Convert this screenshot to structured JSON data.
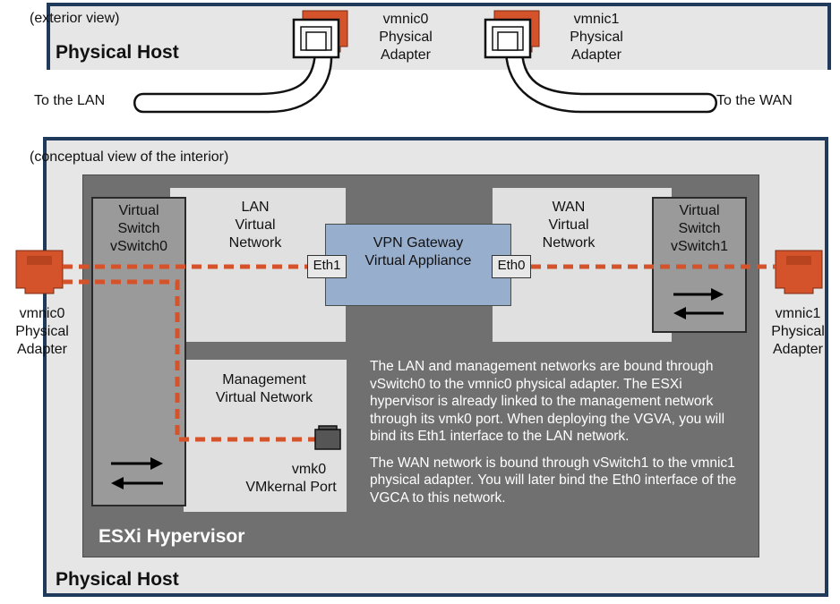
{
  "exterior": {
    "caption": "(exterior view)",
    "host_label": "Physical Host",
    "nic0_label": [
      "vmnic0",
      "Physical",
      "Adapter"
    ],
    "nic1_label": [
      "vmnic1",
      "Physical",
      "Adapter"
    ],
    "lan_cable_label": "To the LAN",
    "wan_cable_label": "To the WAN"
  },
  "interior": {
    "caption": "(conceptual view of the interior)",
    "host_label": "Physical Host",
    "hypervisor_label": "ESXi Hypervisor",
    "vswitch0_label": [
      "Virtual",
      "Switch",
      "vSwitch0"
    ],
    "vswitch1_label": [
      "Virtual",
      "Switch",
      "vSwitch1"
    ],
    "lan_network_label": [
      "LAN",
      "Virtual",
      "Network"
    ],
    "wan_network_label": [
      "WAN",
      "Virtual",
      "Network"
    ],
    "mgmt_network_label": [
      "Management",
      "Virtual Network"
    ],
    "vpn_label": [
      "VPN Gateway",
      "Virtual Appliance"
    ],
    "eth1_label": "Eth1",
    "eth0_label": "Eth0",
    "vmk_label": [
      "vmk0",
      "VMkernal Port"
    ],
    "left_nic_label": [
      "vmnic0",
      "Physical",
      "Adapter"
    ],
    "right_nic_label": [
      "vmnic1",
      "Physical",
      "Adapter"
    ],
    "description": [
      "The LAN and management networks are bound through vSwitch0 to the vmnic0 physical adapter. The ESXi hypervisor is already linked to the management network through its vmk0 port. When deploying the VGVA, you will bind its Eth1 interface to the LAN network.",
      "The WAN network is bound through vSwitch1 to the vmnic1 physical adapter. You will later bind the Eth0 interface of the VGCA to this network."
    ]
  },
  "colors": {
    "frame": "#1f3a5a",
    "link": "#d4532b",
    "hypervisor": "#707070",
    "vpn": "#98aecd"
  },
  "icons": [
    "ethernet-port-icon",
    "cable-plug-icon",
    "switch-arrows-icon"
  ]
}
